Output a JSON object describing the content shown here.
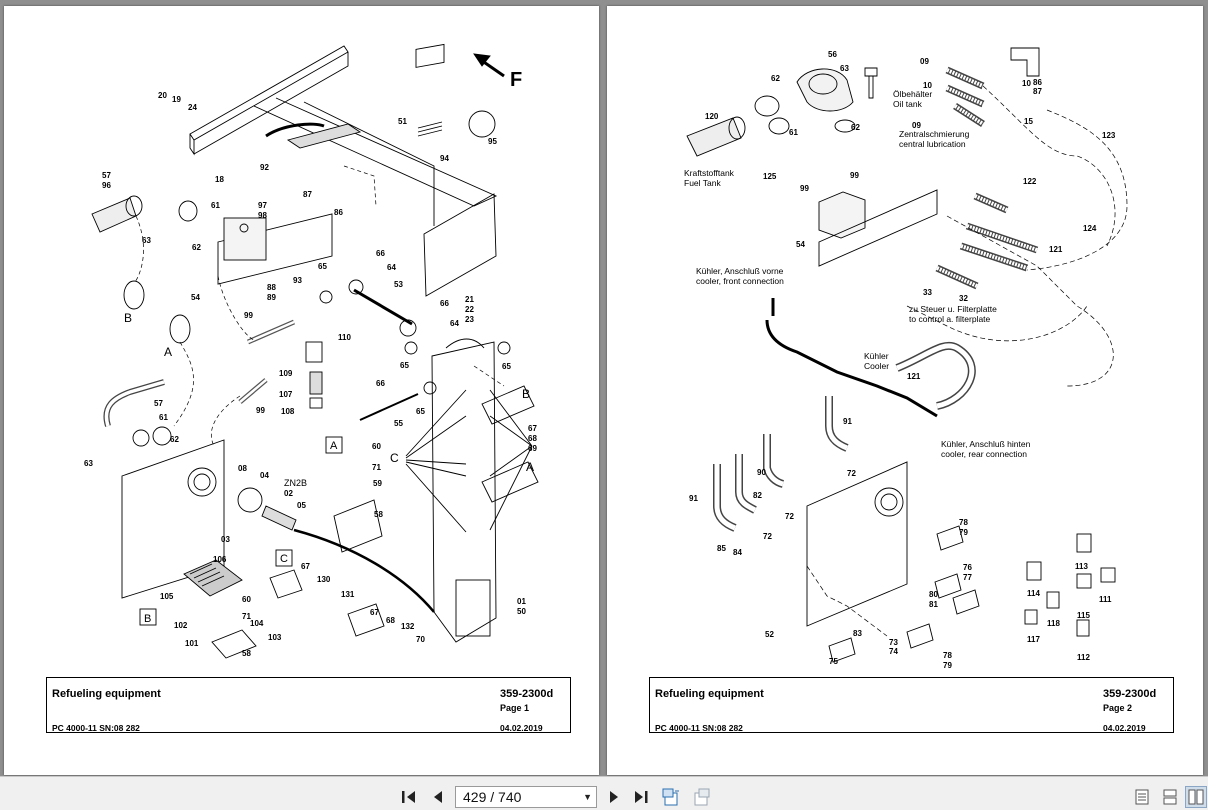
{
  "pages": [
    {
      "title": "Refueling equipment",
      "doc_no": "359-2300d",
      "page_no": "Page 1",
      "machine": "PC 4000-11 SN:08 282",
      "date": "04.02.2019",
      "orientation_mark": "F",
      "callouts": [
        "20",
        "19",
        "24",
        "18",
        "57",
        "96",
        "61",
        "63",
        "62",
        "54",
        "92",
        "97",
        "98",
        "87",
        "86",
        "51",
        "94",
        "95",
        "66",
        "64",
        "93",
        "65",
        "53",
        "88",
        "89",
        "99",
        "110",
        "109",
        "107",
        "108",
        "21",
        "22",
        "23",
        "55",
        "A",
        "B",
        "60",
        "71",
        "59",
        "58",
        "C",
        "67",
        "68",
        "69",
        "08",
        "04",
        "ZN2B",
        "02",
        "05",
        "03",
        "106",
        "105",
        "102",
        "101",
        "104",
        "103",
        "130",
        "131",
        "132",
        "70",
        "01",
        "50"
      ]
    },
    {
      "title": "Refueling equipment",
      "doc_no": "359-2300d",
      "page_no": "Page 2",
      "machine": "PC 4000-11 SN:08 282",
      "date": "04.02.2019",
      "notes": {
        "oil_tank_de": "Ölbehälter",
        "oil_tank_en": "Oil tank",
        "central_lub_de": "Zentralschmierung",
        "central_lub_en": "central lubrication",
        "fuel_tank_de": "Kraftstofftank",
        "fuel_tank_en": "Fuel Tank",
        "cooler_front_de": "Kühler, Anschluß vorne",
        "cooler_front_en": "cooler, front connection",
        "filter_de": "zu Steuer u. Filterplatte",
        "filter_en": "to control a. filterplate",
        "cooler_de": "Kühler",
        "cooler_en": "Cooler",
        "cooler_rear_de": "Kühler, Anschluß hinten",
        "cooler_rear_en": "cooler, rear connection"
      }
    }
  ],
  "toolbar": {
    "page_indicator": "429 / 740"
  },
  "icons": [
    "first-page-icon",
    "previous-page-icon",
    "next-page-icon",
    "last-page-icon",
    "go-back-icon",
    "go-forward-icon",
    "single-page-view-icon",
    "continuous-view-icon",
    "two-page-view-icon"
  ]
}
